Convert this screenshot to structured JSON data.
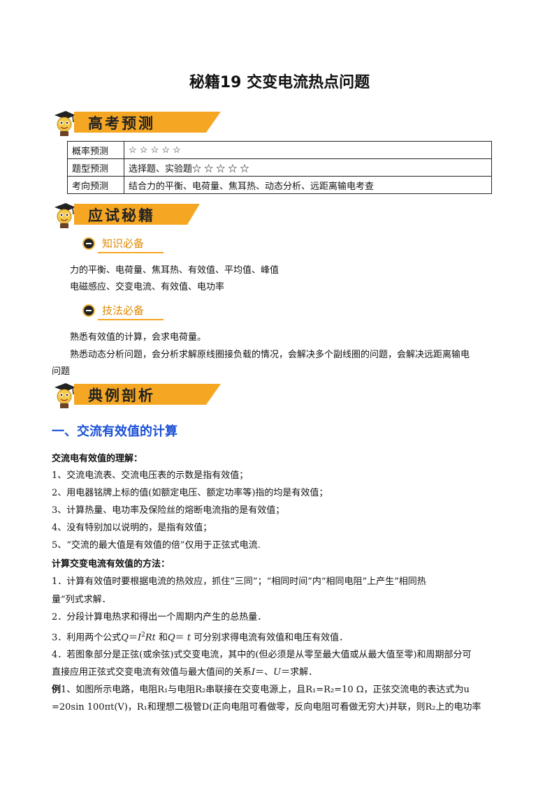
{
  "title": "秘籍19  交变电流热点问题",
  "sections": {
    "forecast": "高考预测",
    "secrets": "应试秘籍",
    "examples": "典例剖析"
  },
  "forecast_table": [
    {
      "label": "概率预测",
      "value": "☆ ☆ ☆ ☆ ☆"
    },
    {
      "label": "题型预测",
      "value": "选择题、实验题☆ ☆ ☆ ☆ ☆"
    },
    {
      "label": "考向预测",
      "value": "结合力的平衡、电荷量、焦耳热、动态分析、远距离输电考查"
    }
  ],
  "knowledge": {
    "heading": "知识必备",
    "lines": [
      "力的平衡、电荷量、焦耳热、有效值、平均值、峰值",
      "电磁感应、交变电流、有效值、电功率"
    ]
  },
  "skills": {
    "heading": "技法必备",
    "lines": [
      "熟悉有效值的计算，会求电荷量。",
      "熟悉动态分析问题，会分析求解原线圈接负载的情况，会解决多个副线圈的问题，会解决远距离输电",
      "问题"
    ]
  },
  "part1": {
    "heading": "一、交流有效值的计算",
    "understanding_title": "交流电有效值的理解：",
    "understanding": [
      "1、交流电流表、交流电压表的示数是指有效值；",
      "2、用电器铭牌上标的值(如额定电压、额定功率等)指的均是有效值；",
      "3、计算热量、电功率及保险丝的熔断电流指的是有效值；",
      "4、没有特别加以说明的，是指有效值；",
      "5、“交流的最大值是有效值的倍”仅用于正弦式电流."
    ],
    "methods_title": "计算交变电流有效值的方法：",
    "methods": [
      "1．计算有效值时要根据电流的热效应，抓住“三同”；“相同时间”内“相同电阻”上产生“相同热",
      "量”列式求解．",
      "2．分段计算电热求和得出一个周期内产生的总热量．"
    ]
  },
  "example": {
    "label": "例",
    "line1": "1、如图所示电路，电阻R₁与电阻R₂串联接在交变电源上，且R₁=R₂=10 Ω，正弦交流电的表达式为u",
    "line2": "=20sin 100πt(V)，R₁和理想二极管D(正向电阻可看做零，反向电阻可看做无穷大)并联，则R₂上的电功率"
  }
}
